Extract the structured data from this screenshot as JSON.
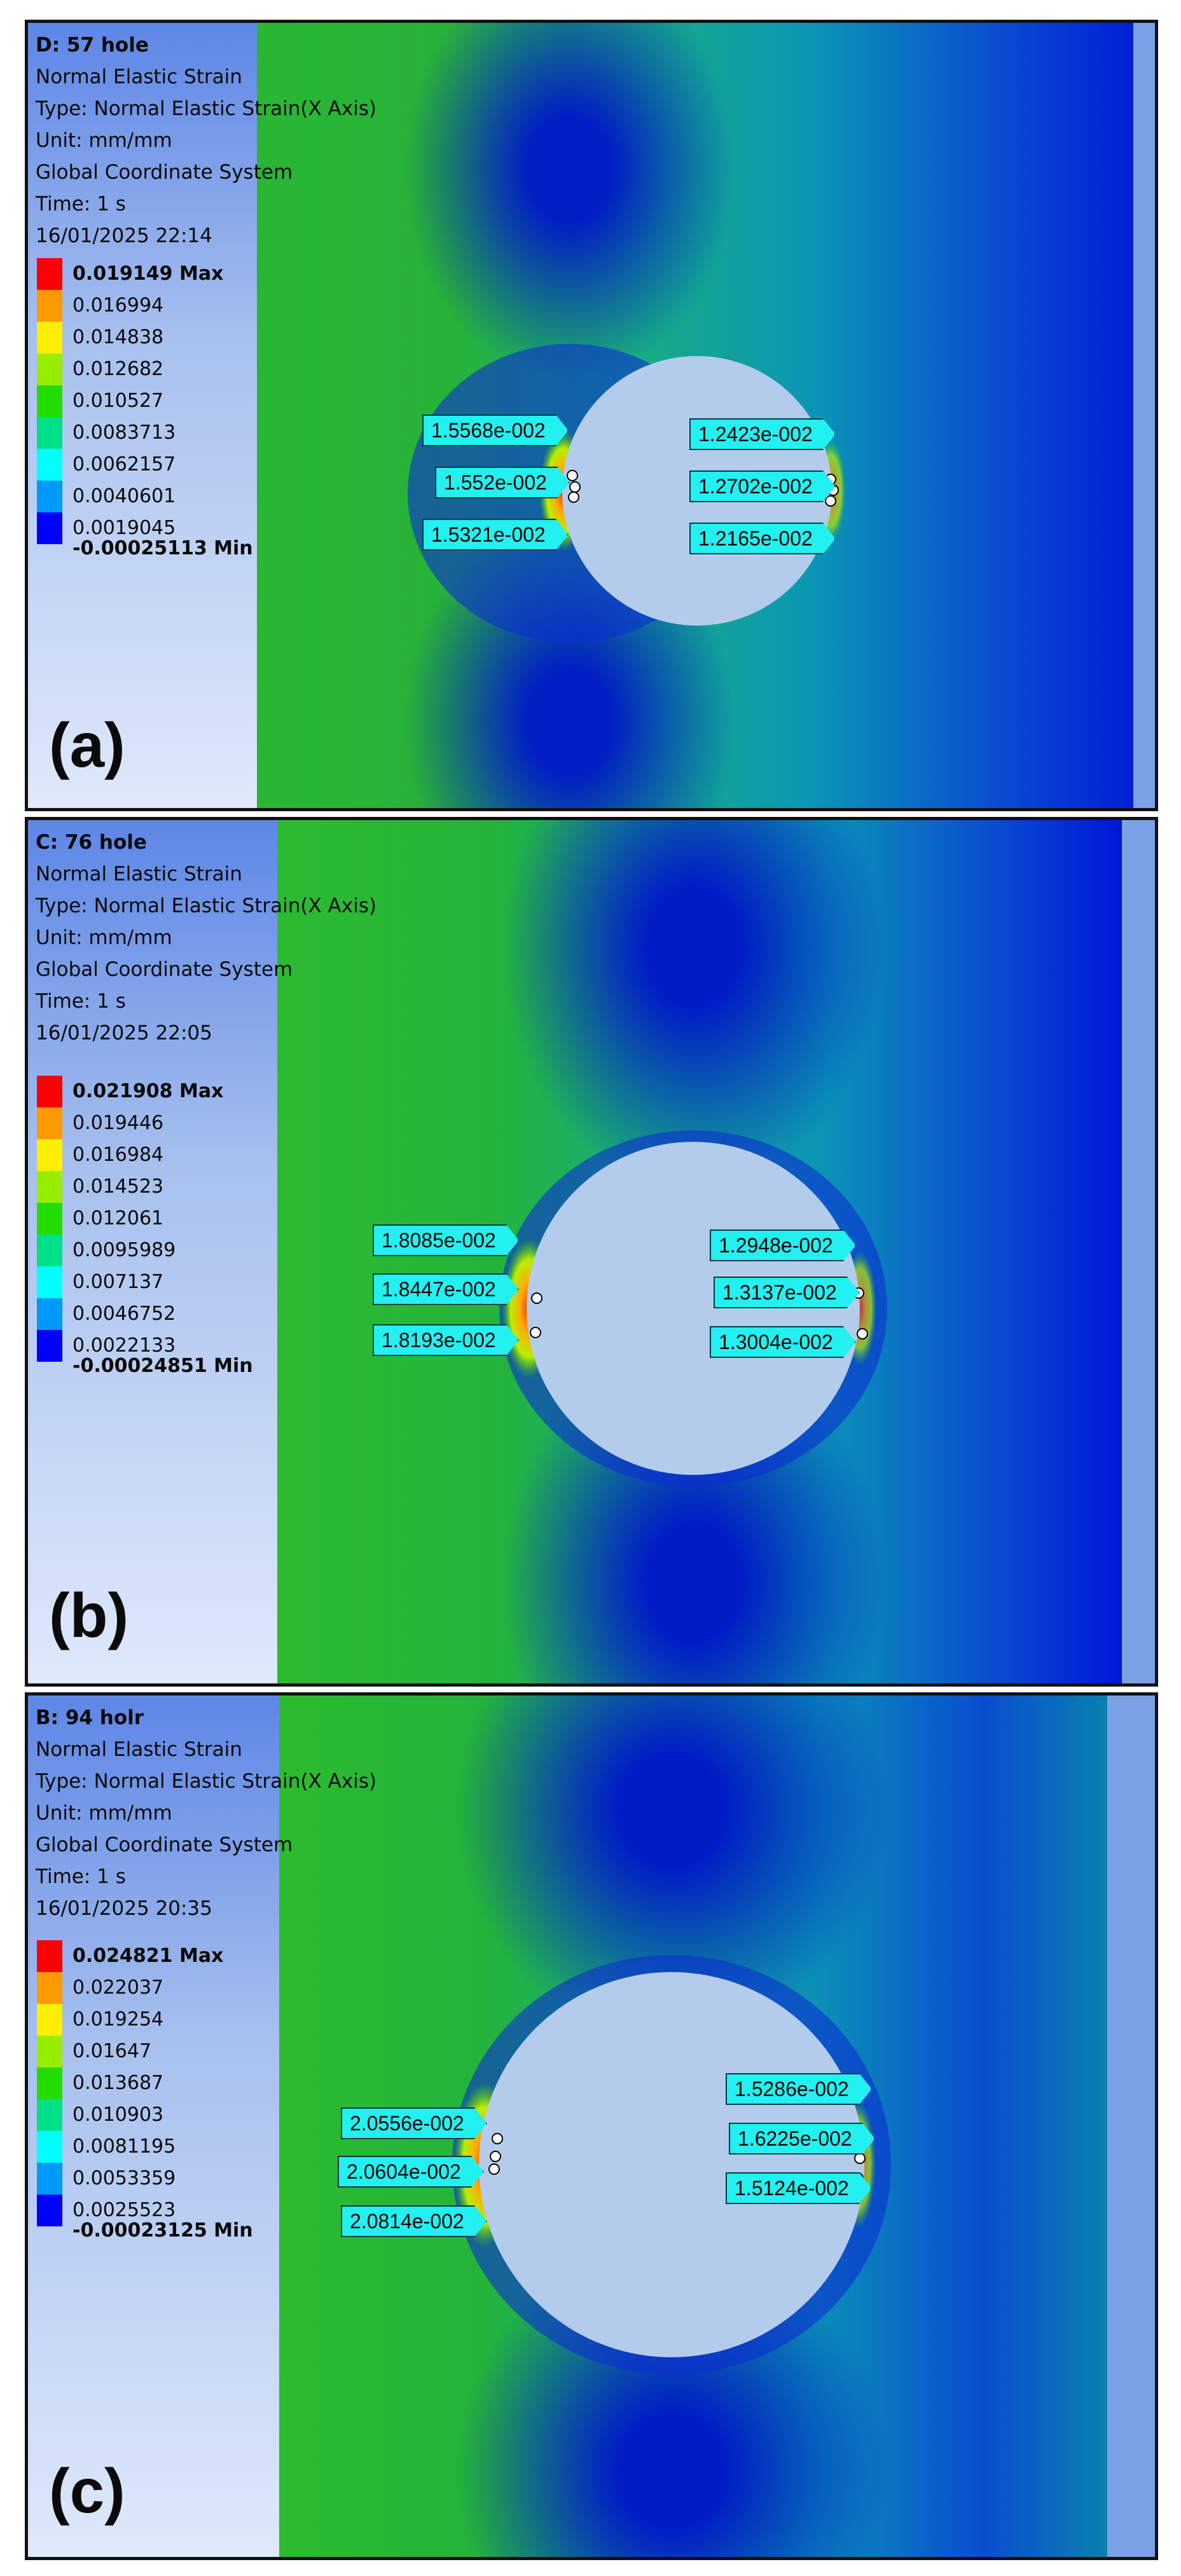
{
  "colors": {
    "legend": [
      "#ff0000",
      "#ff9900",
      "#ffee00",
      "#99ee00",
      "#22dd00",
      "#00e089",
      "#00ffff",
      "#0099ff",
      "#0000ff"
    ],
    "probe": "#23f0f0",
    "hole": "#b4ccec"
  },
  "panels": [
    {
      "id": "a",
      "label": "(a)",
      "title": "D: 57 hole",
      "lines": [
        "Normal Elastic Strain",
        "Type: Normal Elastic Strain(X Axis)",
        "Unit: mm/mm",
        "Global Coordinate System",
        "Time: 1 s",
        "16/01/2025 22:14"
      ],
      "legend": [
        "0.019149 Max",
        "0.016994",
        "0.014838",
        "0.012682",
        "0.010527",
        "0.0083713",
        "0.0062157",
        "0.0040601",
        "0.0019045",
        "-0.00025113 Min"
      ],
      "probes_left": [
        "1.5568e-002",
        "1.552e-002",
        "1.5321e-002"
      ],
      "probes_right": [
        "1.2423e-002",
        "1.2702e-002",
        "1.2165e-002"
      ]
    },
    {
      "id": "b",
      "label": "(b)",
      "title": "C: 76 hole",
      "lines": [
        "Normal Elastic Strain",
        "Type: Normal Elastic Strain(X Axis)",
        "Unit: mm/mm",
        "Global Coordinate System",
        "Time: 1 s",
        "16/01/2025 22:05"
      ],
      "legend": [
        "0.021908 Max",
        "0.019446",
        "0.016984",
        "0.014523",
        "0.012061",
        "0.0095989",
        "0.007137",
        "0.0046752",
        "0.0022133",
        "-0.00024851 Min"
      ],
      "probes_left": [
        "1.8085e-002",
        "1.8447e-002",
        "1.8193e-002"
      ],
      "probes_right": [
        "1.2948e-002",
        "1.3137e-002",
        "1.3004e-002"
      ]
    },
    {
      "id": "c",
      "label": "(c)",
      "title": "B: 94 holr",
      "lines": [
        "Normal Elastic Strain",
        "Type: Normal Elastic Strain(X Axis)",
        "Unit: mm/mm",
        "Global Coordinate System",
        "Time: 1 s",
        "16/01/2025 20:35"
      ],
      "legend": [
        "0.024821 Max",
        "0.022037",
        "0.019254",
        "0.01647",
        "0.013687",
        "0.010903",
        "0.0081195",
        "0.0053359",
        "0.0025523",
        "-0.00023125 Min"
      ],
      "probes_left": [
        "2.0556e-002",
        "2.0604e-002",
        "2.0814e-002"
      ],
      "probes_right": [
        "1.5286e-002",
        "1.6225e-002",
        "1.5124e-002"
      ]
    }
  ]
}
